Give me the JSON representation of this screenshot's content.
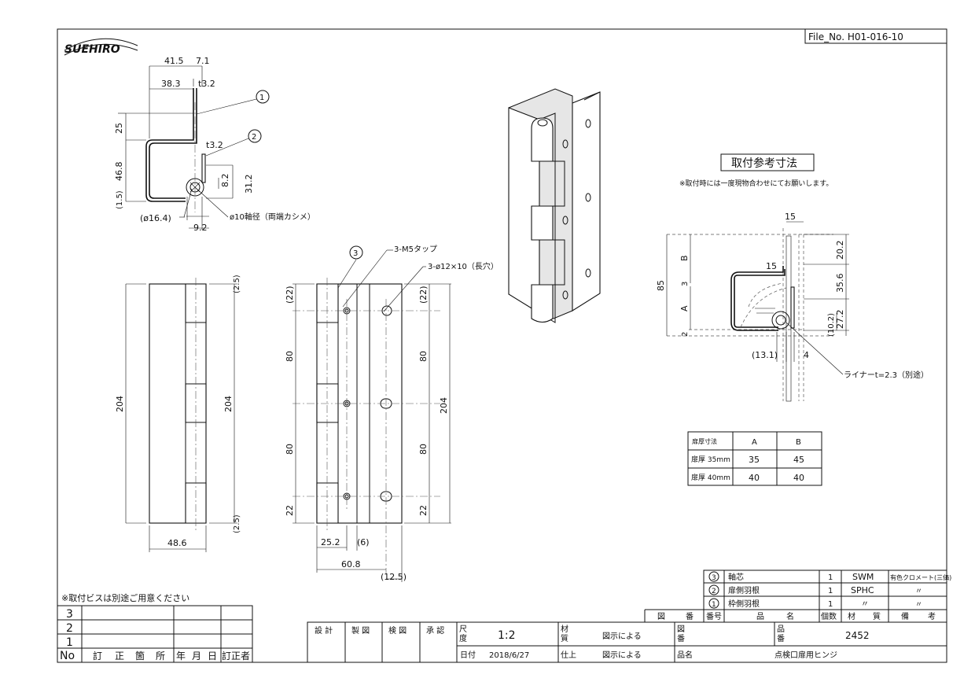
{
  "logo": "SUEHIRO",
  "file_no": "File_No.  H01-016-10",
  "side_view": {
    "dims": [
      "41.5",
      "7.1",
      "38.3",
      "t3.2",
      "25",
      "46.8",
      "(1.5)",
      "t3.2",
      "8.2",
      "31.2",
      "(ø16.4)",
      "9.2"
    ],
    "balloon_1": "1",
    "balloon_2": "2",
    "axis_note": "ø10軸径（両端カシメ）"
  },
  "front_view": {
    "height": "204",
    "width": "48.6",
    "gap_top": "(2.5)",
    "gap_bottom": "(2.5)"
  },
  "hole_view": {
    "balloon_3": "3",
    "tap_note": "3-M5タップ",
    "slot_note": "3-ø12×10（長穴）",
    "dims_left": [
      "(22)",
      "80",
      "80",
      "22"
    ],
    "dims_right": [
      "(22)",
      "80",
      "80",
      "22"
    ],
    "height": "204",
    "bottom_dims": [
      "25.2",
      "(6)",
      "60.8",
      "(12.5)"
    ]
  },
  "mount": {
    "title": "取付参考寸法",
    "note": "※取付時には一度現物合わせにてお願いします。",
    "dims": [
      "15",
      "15",
      "20.2",
      "35.6",
      "27.2",
      "(10.2)",
      "85",
      "B",
      "3",
      "A",
      "2",
      "(13.1)",
      "4"
    ],
    "liner_note": "ライナーt=2.3（別途）"
  },
  "door_table": {
    "headers": [
      "扉厚寸法",
      "A",
      "B"
    ],
    "rows": [
      [
        "扉厚 35mm",
        "35",
        "45"
      ],
      [
        "扉厚 40mm",
        "40",
        "40"
      ]
    ]
  },
  "parts_table": {
    "rows": [
      {
        "no": "3",
        "name": "軸芯",
        "qty": "1",
        "material": "SWM",
        "note": "有色クロメート(三価)"
      },
      {
        "no": "2",
        "name": "扉側羽根",
        "qty": "1",
        "material": "SPHC",
        "note": "〃"
      },
      {
        "no": "1",
        "name": "枠側羽根",
        "qty": "1",
        "material": "〃",
        "note": "〃"
      }
    ],
    "header": [
      "図",
      "番",
      "番号",
      "品",
      "名",
      "個数",
      "材",
      "質",
      "備",
      "考"
    ]
  },
  "screw_note": "※取付ビスは別途ご用意ください",
  "revision_table": {
    "rows": [
      "3",
      "2",
      "1"
    ],
    "header": [
      "No",
      "訂",
      "正",
      "箇",
      "所",
      "年",
      "月",
      "日",
      "訂正者"
    ]
  },
  "title_block": {
    "design": "設 計",
    "draft": "製 図",
    "check": "検 図",
    "approve": "承 認",
    "scale_label_1": "尺",
    "scale_label_2": "度",
    "scale": "1:2",
    "date_label": "日付",
    "date": "2018/6/27",
    "material_label_1": "材",
    "material_label_2": "質",
    "material": "図示による",
    "finish_label": "仕上",
    "finish": "図示による",
    "drawing_no_label_1": "図",
    "drawing_no_label_2": "番",
    "product_no_label_1": "品",
    "product_no_label_2": "番",
    "product_no": "2452",
    "product_name_label": "品名",
    "product_name": "点検口扉用ヒンジ"
  }
}
